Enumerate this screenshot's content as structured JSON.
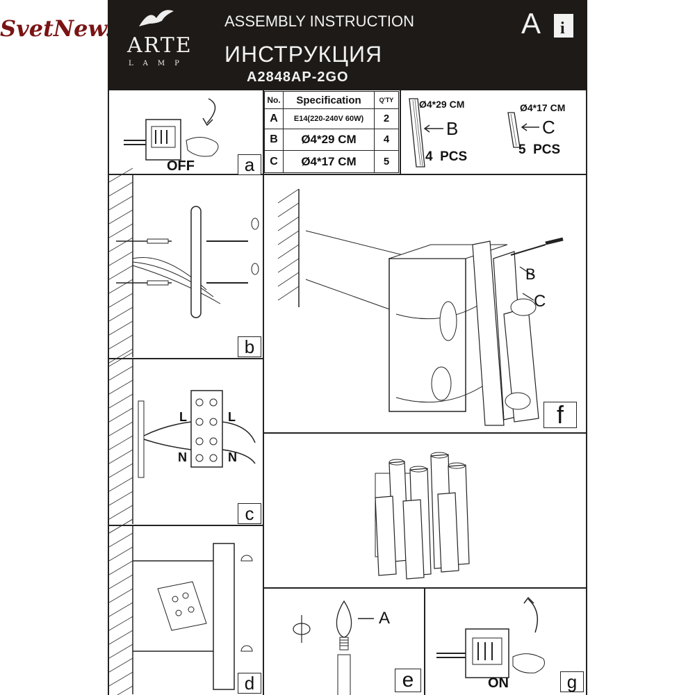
{
  "watermark": "SvetNew.ru",
  "brand": {
    "name": "ARTE",
    "sub": "LAMP"
  },
  "header": {
    "title_en": "ASSEMBLY INSTRUCTION",
    "title_ru": "ИНСТРУКЦИЯ",
    "model": "A2848AP-2GO",
    "letter": "A"
  },
  "spec_table": {
    "headers": [
      "No.",
      "Specification",
      "Q'TY"
    ],
    "rows": [
      {
        "no": "A",
        "spec": "E14(220-240V 60W)",
        "qty": "2"
      },
      {
        "no": "B",
        "spec": "Ø4*29 CM",
        "qty": "4"
      },
      {
        "no": "C",
        "spec": "Ø4*17 CM",
        "qty": "5"
      }
    ]
  },
  "parts": {
    "b": {
      "size": "Ø4*29 CM",
      "letter": "B",
      "count": "4  PCS"
    },
    "c": {
      "size": "Ø4*17 CM",
      "letter": "C",
      "count": "5  PCS"
    }
  },
  "steps": {
    "a": {
      "label": "a",
      "caption": "OFF"
    },
    "b": {
      "label": "b"
    },
    "c": {
      "label": "c",
      "wire_l": "L",
      "wire_n": "N"
    },
    "d": {
      "label": "d"
    },
    "e": {
      "label": "e",
      "part": "A"
    },
    "f": {
      "label": "f",
      "part_b": "B",
      "part_c": "C"
    },
    "g": {
      "label": "g",
      "caption": "ON"
    }
  }
}
